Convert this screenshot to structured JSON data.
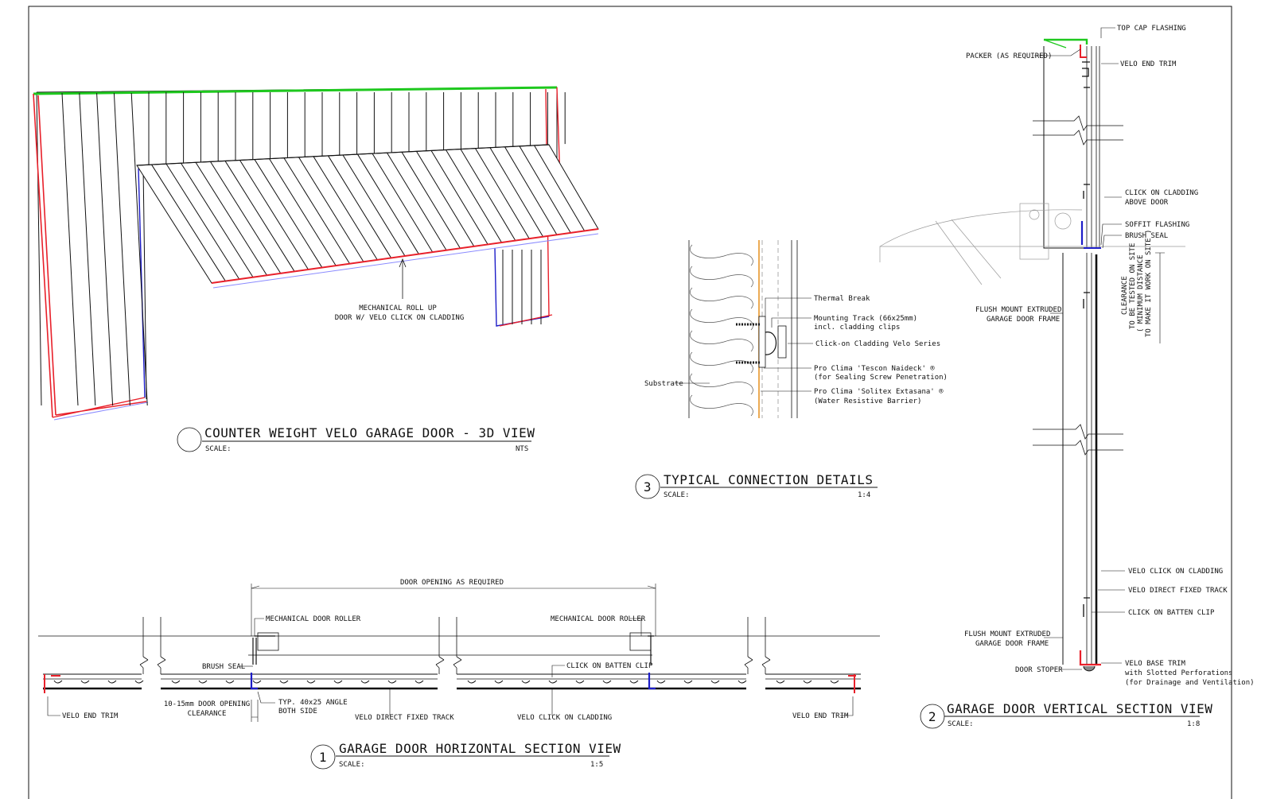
{
  "colors": {
    "red": "#e8202a",
    "green": "#1ec81e",
    "blue": "#1d1dc8",
    "orange": "#e8962a",
    "grey": "#8a8a8a",
    "line": "#111111"
  },
  "views": {
    "v3d": {
      "number": "",
      "title": "COUNTER WEIGHT VELO GARAGE DOOR - 3D VIEW",
      "scale_label": "SCALE:",
      "scale": "NTS",
      "note_line1": "MECHANICAL ROLL UP",
      "note_line2": "DOOR W/ VELO CLICK ON CLADDING"
    },
    "v3": {
      "number": "3",
      "title": "TYPICAL CONNECTION DETAILS",
      "scale_label": "SCALE:",
      "scale": "1:4",
      "labels": {
        "thermal": "Thermal Break",
        "track1": "Mounting Track (66x25mm)",
        "track2": "incl. cladding clips",
        "clickon": "Click-on Cladding Velo Series",
        "tescon1": "Pro Clima 'Tescon Naideck' ®",
        "tescon2": "(for Sealing Screw Penetration)",
        "solitex1": "Pro Clima 'Solitex Extasana' ®",
        "solitex2": "(Water Resistive Barrier)",
        "substrate": "Substrate"
      }
    },
    "v1": {
      "number": "1",
      "title": "GARAGE DOOR HORIZONTAL SECTION VIEW",
      "scale_label": "SCALE:",
      "scale": "1:5",
      "labels": {
        "opening": "DOOR OPENING AS REQUIRED",
        "roller_l": "MECHANICAL DOOR ROLLER",
        "roller_r": "MECHANICAL DOOR ROLLER",
        "brush": "BRUSH SEAL",
        "batten": "CLICK ON BATTEN CLIP",
        "clear1": "10-15mm DOOR OPENING",
        "clear2": "CLEARANCE",
        "angle1": "TYP. 40x25 ANGLE",
        "angle2": "BOTH SIDE",
        "endtrim_l": "VELO END TRIM",
        "fixed": "VELO DIRECT FIXED TRACK",
        "cladding": "VELO CLICK ON CLADDING",
        "endtrim_r": "VELO END TRIM"
      }
    },
    "v2": {
      "number": "2",
      "title": "GARAGE DOOR VERTICAL SECTION VIEW",
      "scale_label": "SCALE:",
      "scale": "1:8",
      "labels": {
        "topcap": "TOP CAP FLASHING",
        "packer": "PACKER (AS REQUIRED)",
        "endtrim": "VELO END TRIM",
        "clickabove1": "CLICK ON CLADDING",
        "clickabove2": "ABOVE DOOR",
        "soffit": "SOFFIT FLASHING",
        "brush": "BRUSH SEAL",
        "frame1_a": "FLUSH MOUNT EXTRUDED",
        "frame1_b": "GARAGE DOOR FRAME",
        "clear1": "CLEARANCE",
        "clear2": "TO BE TESTED ON SITE",
        "clear3": "( MINIMUM DISTANCE",
        "clear4": "TO MAKE IT WORK ON SITE )",
        "velocladding": "VELO CLICK ON CLADDING",
        "velotrack": "VELO DIRECT FIXED TRACK",
        "battenclip": "CLICK ON BATTEN CLIP",
        "frame2_a": "FLUSH MOUNT EXTRUDED",
        "frame2_b": "GARAGE DOOR FRAME",
        "stoper": "DOOR STOPER",
        "base1": "VELO BASE TRIM",
        "base2": "with Slotted Perforations",
        "base3": "(for Drainage and Ventilation)"
      }
    }
  }
}
